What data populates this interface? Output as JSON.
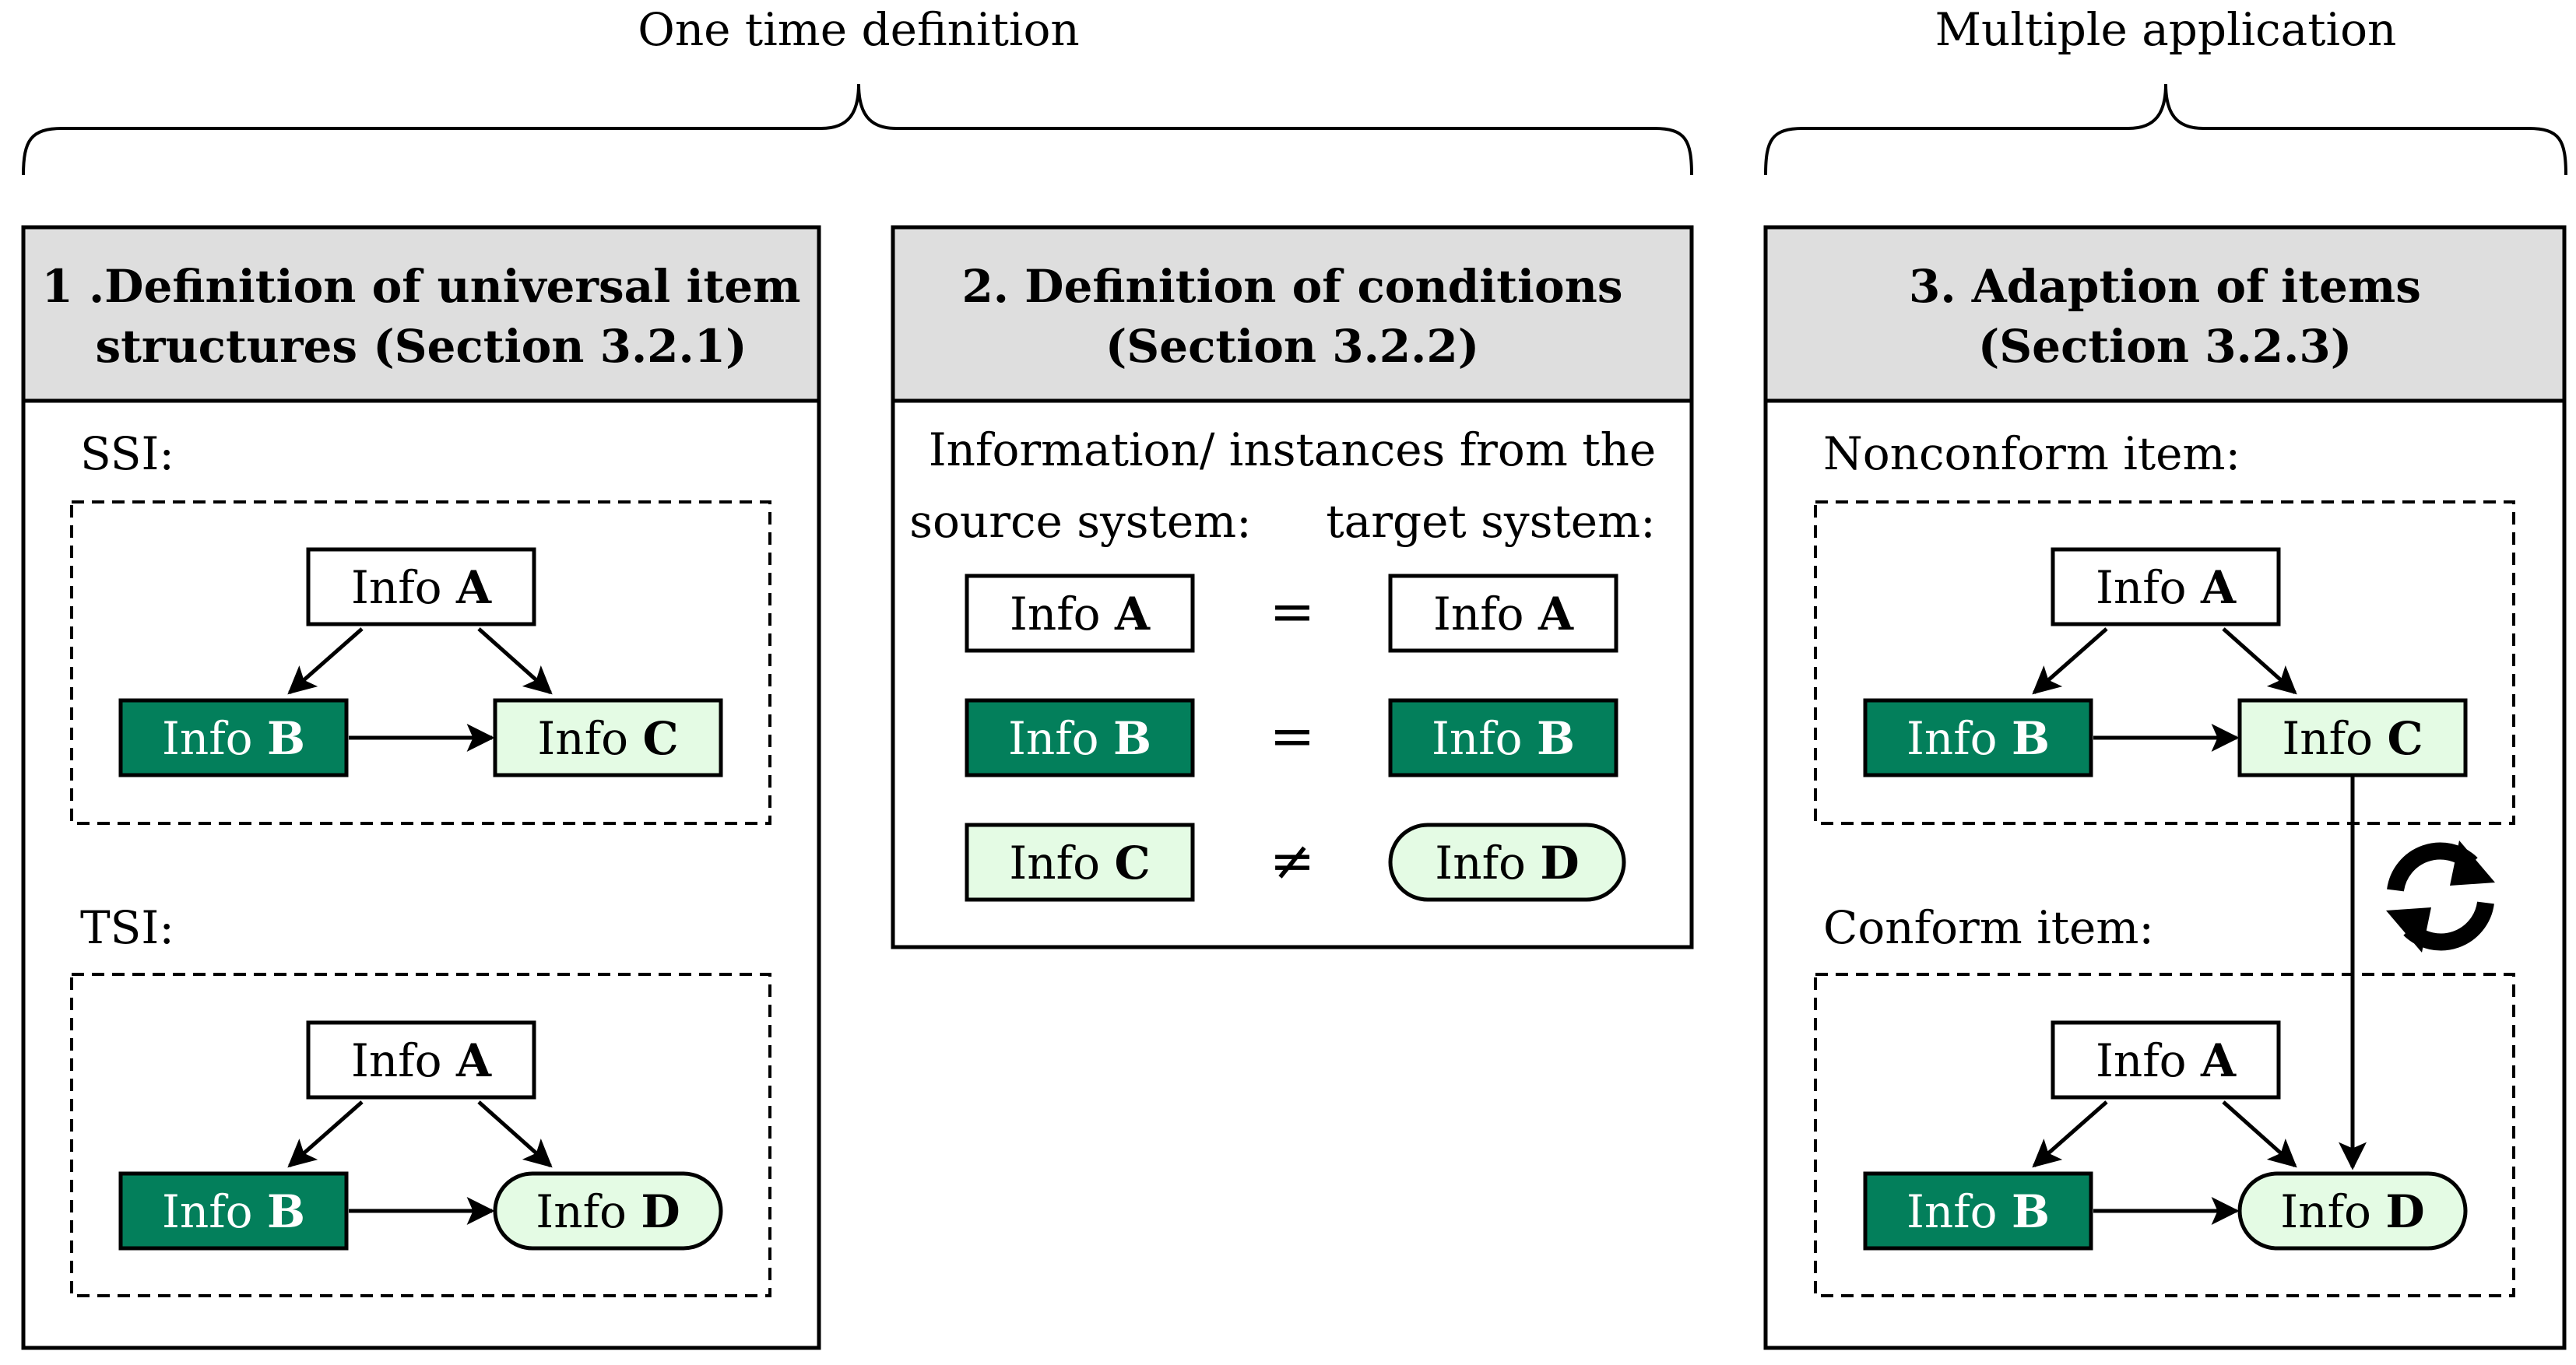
{
  "header": {
    "one_time": "One time definition",
    "multiple": "Multiple application"
  },
  "panels": [
    {
      "title_line1": "1 .Definition of universal item",
      "title_line2": "structures (Section 3.2.1)"
    },
    {
      "title_line1": "2. Definition of conditions",
      "title_line2": "(Section 3.2.2)"
    },
    {
      "title_line1": "3. Adaption of items",
      "title_line2": "(Section 3.2.3)"
    }
  ],
  "panel1": {
    "ssi_label": "SSI:",
    "tsi_label": "TSI:"
  },
  "panel2": {
    "intro_line1": "Information/ instances from the",
    "source_label": "source system:",
    "target_label": "target system:",
    "rows": [
      {
        "left": "A",
        "op": "=",
        "right": "A"
      },
      {
        "left": "B",
        "op": "=",
        "right": "B"
      },
      {
        "left": "C",
        "op": "≠",
        "right": "D"
      }
    ]
  },
  "panel3": {
    "nonconform_label": "Nonconform item:",
    "conform_label": "Conform item:"
  },
  "node": {
    "prefix": "Info ",
    "a": "A",
    "b": "B",
    "c": "C",
    "d": "D"
  },
  "colors": {
    "dark_green": "#037f5b",
    "light_green": "#e4fbe4",
    "header_gray": "#dedede",
    "stroke": "#000000"
  },
  "icons": [
    "sync-icon"
  ]
}
